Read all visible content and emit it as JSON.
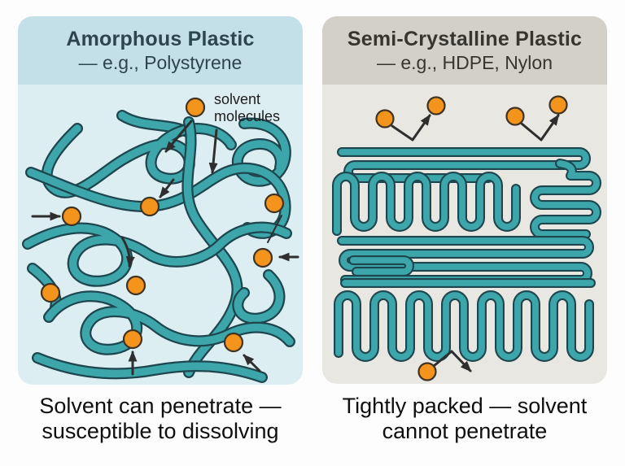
{
  "colors": {
    "chain_outline": "#1e464f",
    "chain_fill": "#3da6ab",
    "solvent_orange": "#f5941d",
    "solvent_outline": "#3f3324",
    "arrow": "#2e2e2e",
    "left_header_bg": "#c3dfe7",
    "left_body_bg": "#ddeef3",
    "right_header_bg": "#d3d0c9",
    "right_body_bg": "#e9e7e2"
  },
  "left_panel": {
    "title": "Amorphous Plastic",
    "subtitle": "— e.g., Polystyrene",
    "solvent_label_line1": "solvent",
    "solvent_label_line2": "molecules",
    "caption_line1": "Solvent can penetrate —",
    "caption_line2": "susceptible to dissolving"
  },
  "right_panel": {
    "title": "Semi-Crystalline Plastic",
    "subtitle": "— e.g., HDPE, Nylon",
    "caption_line1": "Tightly packed — solvent",
    "caption_line2": "cannot penetrate"
  }
}
